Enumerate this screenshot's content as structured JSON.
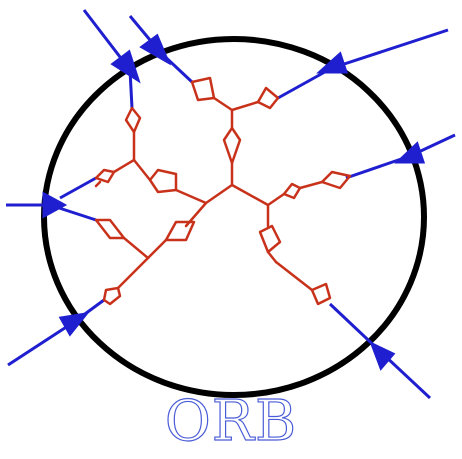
{
  "caption": "ORB",
  "colors": {
    "circle": "#000000",
    "tree": "#c8321a",
    "legs": "#1f1fd0",
    "caption_outline": "#4a5cd6",
    "background": "#ffffff"
  },
  "tree": {
    "nodes": [
      "center",
      "hub-upper",
      "hub-left",
      "hub-lower-left",
      "hub-right"
    ],
    "branches": [
      {
        "name": "upper",
        "leaves": [
          "leaf-upper-left",
          "leaf-upper-right"
        ]
      },
      {
        "name": "left",
        "leaves": [
          "leaf-left-top",
          "leaf-left-middle",
          "leaf-left-far"
        ]
      },
      {
        "name": "lower-left",
        "leaves": [
          "leaf-lower-left-top",
          "leaf-lower-left-bottom",
          "leaf-lower-left-inner"
        ]
      },
      {
        "name": "right",
        "leaves": [
          "leaf-right-top",
          "leaf-right-middle",
          "leaf-right-bottom"
        ]
      }
    ]
  },
  "external_legs": {
    "count": 8,
    "arrows_inward": true
  }
}
